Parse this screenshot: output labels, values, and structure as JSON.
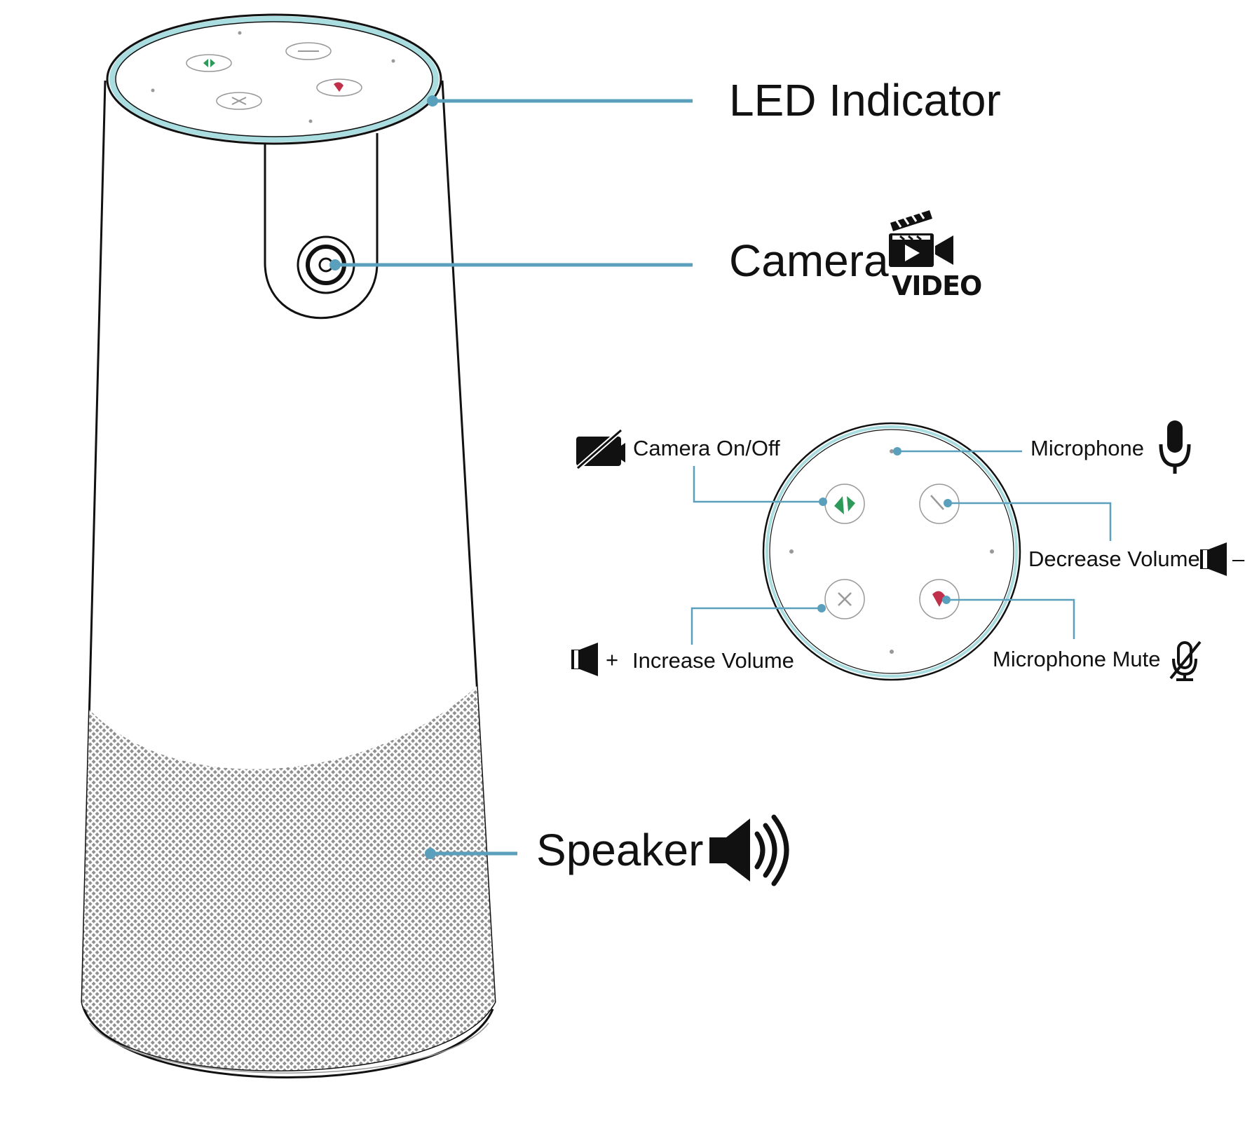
{
  "callouts": {
    "led": "LED Indicator",
    "camera": "Camera",
    "camera_badge": "VIDEO",
    "speaker": "Speaker"
  },
  "top_panel": {
    "camera_toggle": "Camera On/Off",
    "microphone": "Microphone",
    "decrease_volume": "Decrease Volume",
    "increase_volume": "Increase Volume",
    "microphone_mute": "Microphone Mute",
    "minus_sign": "–",
    "plus_sign": "+"
  },
  "colors": {
    "leader": "#5a9fbb",
    "led_ring": "#a9dde0",
    "camera_button": "#2e9a5a",
    "mute_button": "#c0304a",
    "outline": "#111111",
    "grille": "#9a9a9a"
  },
  "icons": [
    "camera-off-icon",
    "microphone-icon",
    "speaker-minus-icon",
    "speaker-plus-icon",
    "microphone-mute-icon",
    "video-clapper-icon",
    "speaker-sound-icon"
  ]
}
